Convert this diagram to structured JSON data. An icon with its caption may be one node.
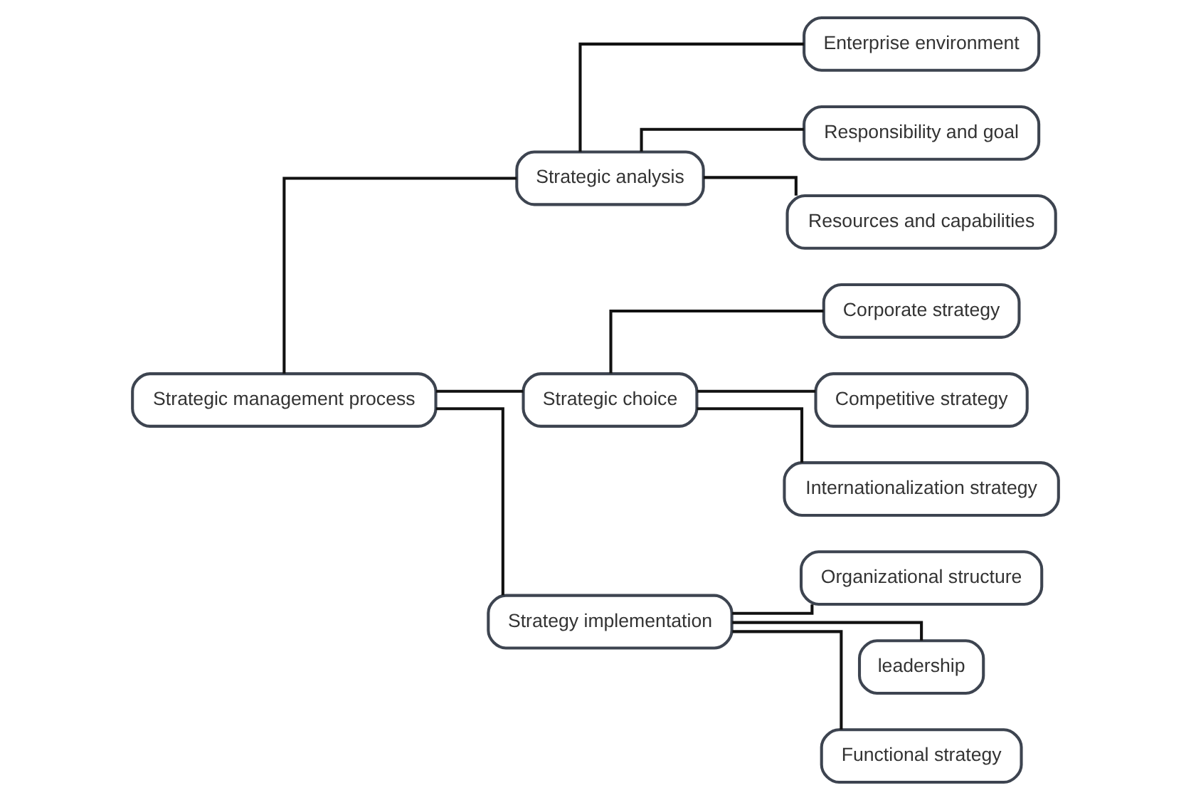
{
  "diagram": {
    "nodes": [
      {
        "text": [
          "Strategic management process"
        ]
      },
      {
        "text": [
          "Strategic analysis"
        ]
      },
      {
        "text": [
          "Strategic choice"
        ]
      },
      {
        "text": [
          "Strategy implementation"
        ]
      },
      {
        "text": [
          "Enterprise environment"
        ]
      },
      {
        "text": [
          "Responsibility and goal"
        ]
      },
      {
        "text": [
          "Resources and capabilities"
        ]
      },
      {
        "text": [
          "Corporate strategy"
        ]
      },
      {
        "text": [
          "Competitive strategy"
        ]
      },
      {
        "text": [
          "Internationalization strategy"
        ]
      },
      {
        "text": [
          "Organizational structure"
        ]
      },
      {
        "text": [
          "leadership"
        ]
      },
      {
        "text": [
          "Functional strategy"
        ]
      }
    ],
    "edges": [
      {
        "from": 0,
        "to": 1,
        "arrow": "none"
      },
      {
        "from": 0,
        "to": 2,
        "arrow": "none"
      },
      {
        "from": 0,
        "to": 3,
        "arrow": "none"
      },
      {
        "from": 1,
        "to": 4,
        "arrow": "none"
      },
      {
        "from": 1,
        "to": 5,
        "arrow": "none"
      },
      {
        "from": 1,
        "to": 6,
        "arrow": "none"
      },
      {
        "from": 2,
        "to": 7,
        "arrow": "none"
      },
      {
        "from": 2,
        "to": 8,
        "arrow": "none"
      },
      {
        "from": 2,
        "to": 9,
        "arrow": "none"
      },
      {
        "from": 3,
        "to": 10,
        "arrow": "none"
      },
      {
        "from": 3,
        "to": 11,
        "arrow": "none"
      },
      {
        "from": 3,
        "to": 12,
        "arrow": "none"
      }
    ]
  }
}
